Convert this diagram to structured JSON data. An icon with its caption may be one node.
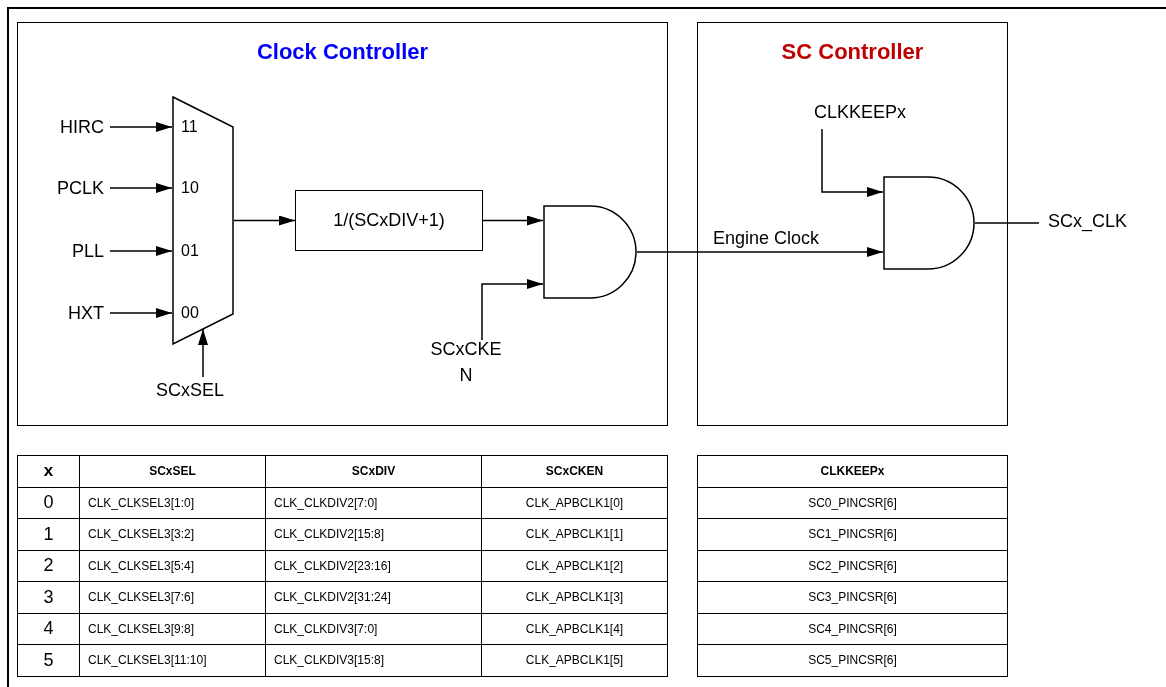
{
  "diagram": {
    "nodes": [
      {
        "text": [
          "Clock Controller"
        ]
      },
      {
        "text": [
          "SC Controller"
        ]
      },
      {
        "text": [
          "HIRC"
        ],
        "in": 0
      },
      {
        "text": [
          "PCLK"
        ],
        "in": 0
      },
      {
        "text": [
          "PLL"
        ],
        "in": 0
      },
      {
        "text": [
          "HXT"
        ],
        "in": 0
      },
      {
        "text": [
          "11",
          "10",
          "01",
          "00"
        ],
        "in": 0
      },
      {
        "text": [
          "SCxSEL"
        ],
        "in": 0
      },
      {
        "text": [
          "1/(SCxDIV+1)"
        ],
        "in": 0
      },
      {
        "text": [],
        "shape": "gate",
        "in": 0
      },
      {
        "text": [
          "SCxCKE N"
        ],
        "in": 0
      },
      {
        "text": [
          "CLKKEEPx"
        ],
        "in": 1
      },
      {
        "text": [],
        "shape": "gate",
        "in": 1
      },
      {
        "text": [
          "SCx_CLK"
        ]
      }
    ],
    "edges": [
      {
        "from": 2,
        "to": 6,
        "arrow": "to"
      },
      {
        "from": 3,
        "to": 6,
        "arrow": "to"
      },
      {
        "from": 4,
        "to": 6,
        "arrow": "to"
      },
      {
        "from": 5,
        "to": 6,
        "arrow": "to"
      },
      {
        "from": 7,
        "to": 6,
        "arrow": "to"
      },
      {
        "from": 6,
        "to": 8,
        "arrow": "to"
      },
      {
        "from": 8,
        "to": 9,
        "arrow": "to"
      },
      {
        "from": 10,
        "to": 9,
        "arrow": "to"
      },
      {
        "from": 9,
        "to": 12,
        "arrow": "to",
        "label": "Engine Clock"
      },
      {
        "from": 11,
        "to": 12,
        "arrow": "to"
      },
      {
        "from": 12,
        "to": 13,
        "arrow": "none"
      }
    ],
    "labels": [
      "x",
      "SCxSEL",
      "SCxDIV",
      "SCxCKEN",
      "0",
      "CLK_CLKSEL3[1:0]",
      "CLK_CLKDIV2[7:0]",
      "CLK_APBCLK1[0]",
      "1",
      "CLK_CLKSEL3[3:2]",
      "CLK_CLKDIV2[15:8]",
      "CLK_APBCLK1[1]",
      "2",
      "CLK_CLKSEL3[5:4]",
      "CLK_CLKDIV2[23:16]",
      "CLK_APBCLK1[2]",
      "3",
      "CLK_CLKSEL3[7:6]",
      "CLK_CLKDIV2[31:24]",
      "CLK_APBCLK1[3]",
      "4",
      "CLK_CLKSEL3[9:8]",
      "CLK_CLKDIV3[7:0]",
      "CLK_APBCLK1[4]",
      "5",
      "CLK_CLKSEL3[11:10]",
      "CLK_CLKDIV3[15:8]",
      "CLK_APBCLK1[5]",
      "CLKKEEPx",
      "SC0_PINCSR[6]",
      "SC1_PINCSR[6]",
      "SC2_PINCSR[6]",
      "SC3_PINCSR[6]",
      "SC4_PINCSR[6]",
      "SC5_PINCSR[6]"
    ]
  }
}
